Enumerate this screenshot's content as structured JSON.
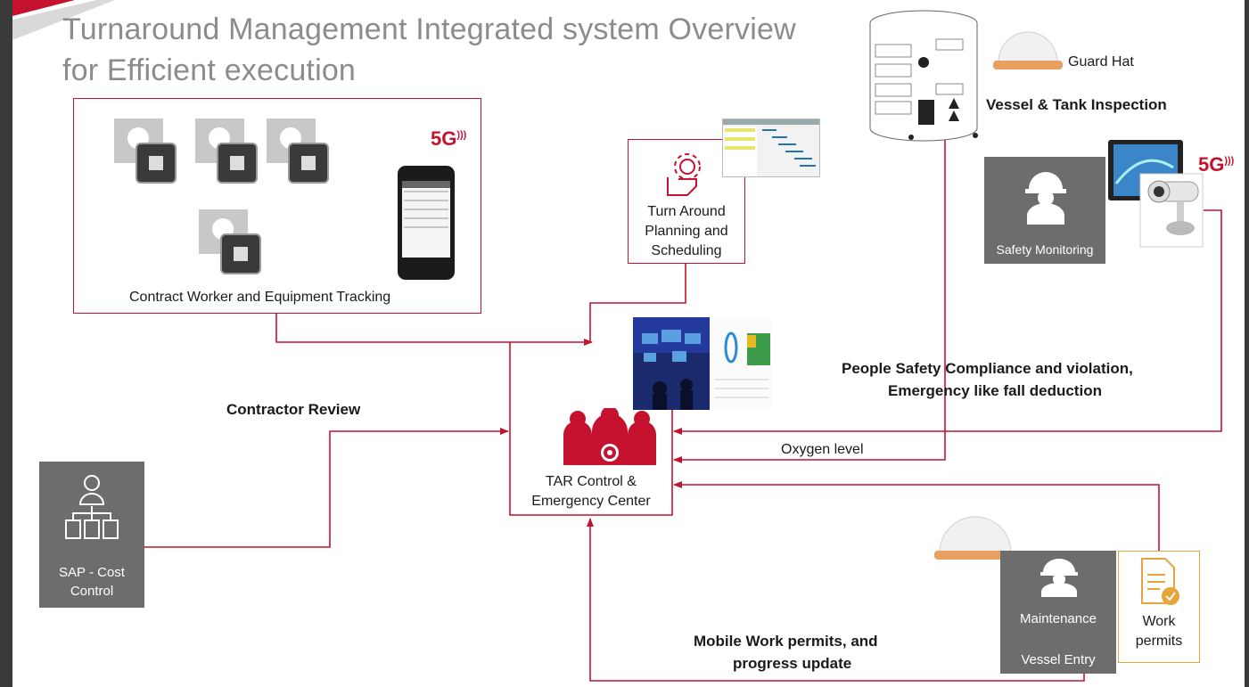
{
  "title": {
    "line1": "Turnaround Management Integrated  system Overview",
    "line2": "for Efficient execution"
  },
  "nodes": {
    "tracking": {
      "label": "Contract Worker and Equipment Tracking",
      "badge": "5G"
    },
    "planning": {
      "line1": "Turn Around",
      "line2": "Planning and",
      "line3": "Scheduling"
    },
    "control": {
      "line1": "TAR Control &",
      "line2": "Emergency  Center"
    },
    "vessel": {
      "label": "Vessel & Tank Inspection",
      "hat_label": "Guard Hat"
    },
    "safety": {
      "label": "Safety Monitoring",
      "badge": "5G"
    },
    "sap": {
      "line1": "SAP - Cost",
      "line2": "Control"
    },
    "maintenance": {
      "line1": "Maintenance",
      "line2": "Vessel Entry"
    },
    "permits": {
      "line1": "Work",
      "line2": "permits"
    }
  },
  "flows": {
    "contractor_review": "Contractor Review",
    "safety_compliance_line1": "People Safety Compliance and violation,",
    "safety_compliance_line2": "Emergency like fall deduction",
    "oxygen": "Oxygen level",
    "mobile_permits_line1": "Mobile Work permits, and",
    "mobile_permits_line2": "progress update"
  },
  "colors": {
    "accent": "#c4122f",
    "grey_box": "#6d6d6d",
    "title": "#8c8c8c",
    "permit_border": "#e8a33a"
  },
  "icons": [
    "worker-tag-icon",
    "mobile-phone-icon",
    "gear-hand-icon",
    "gantt-chart-icon",
    "control-room-image",
    "people-group-icon",
    "gear-icon",
    "tank-diagram-image",
    "hard-hat-icon",
    "tablet-icon",
    "cctv-camera-icon",
    "safety-worker-icon",
    "org-chart-person-icon",
    "document-check-icon"
  ]
}
